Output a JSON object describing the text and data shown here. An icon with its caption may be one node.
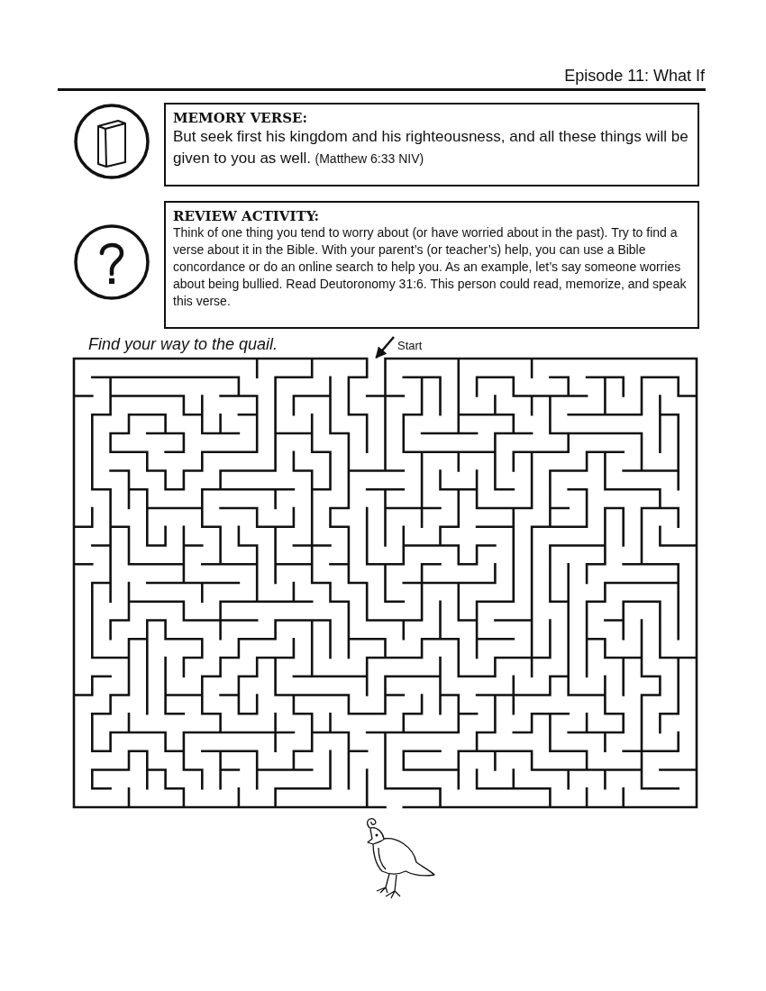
{
  "diagram": {
    "title": "Episode 11: What If",
    "nodes": [
      {
        "text": [
          "MEMORY VERSE:",
          "But seek first his kingdom and his righteousness, and all these things will be given to you as well.",
          "(Matthew 6:33 NIV)"
        ]
      },
      {
        "text": [
          "REVIEW ACTIVITY:",
          "Think of one thing you tend to worry about (or have worried about in the past). Try to find a verse about it in the Bible. With your parent’s (or teacher’s) help, you can use a Bible concordance or do an online search to help you. As an example, let’s say someone worries about being bullied. Read Deutoronomy 31:6. This person could read, memorize, and speak this verse."
        ]
      },
      {
        "text": [
          "Start"
        ]
      },
      {
        "text": [],
        "shape": "picture"
      }
    ],
    "edges": [
      {
        "from": 2,
        "to": 3,
        "arrow": "to"
      }
    ],
    "labels": [
      "Find your way to the quail."
    ]
  }
}
